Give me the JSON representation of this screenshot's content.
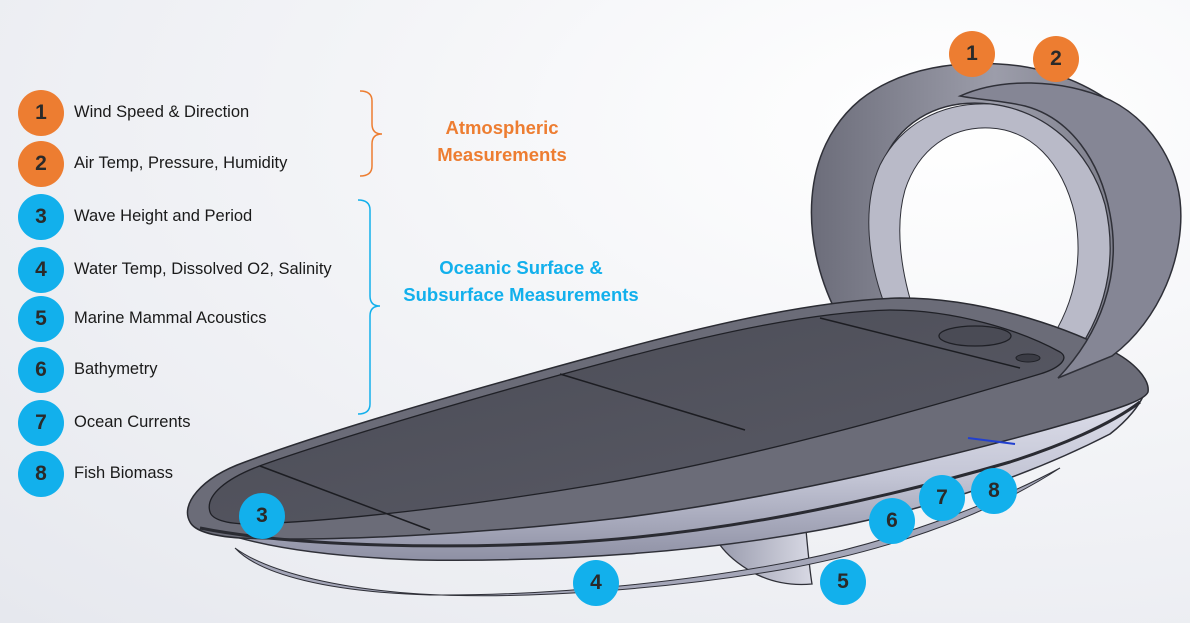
{
  "legend": {
    "items": [
      {
        "num": "1",
        "label": "Wind Speed & Direction",
        "group": "atmospheric"
      },
      {
        "num": "2",
        "label": "Air Temp, Pressure, Humidity",
        "group": "atmospheric"
      },
      {
        "num": "3",
        "label": "Wave Height and Period",
        "group": "oceanic"
      },
      {
        "num": "4",
        "label": "Water Temp, Dissolved O2, Salinity",
        "group": "oceanic"
      },
      {
        "num": "5",
        "label": "Marine Mammal Acoustics",
        "group": "oceanic"
      },
      {
        "num": "6",
        "label": "Bathymetry",
        "group": "oceanic"
      },
      {
        "num": "7",
        "label": "Ocean Currents",
        "group": "oceanic"
      },
      {
        "num": "8",
        "label": "Fish Biomass",
        "group": "oceanic"
      }
    ]
  },
  "groups": {
    "atmospheric": {
      "line1": "Atmospheric",
      "line2": "Measurements",
      "color": "#ed7d31"
    },
    "oceanic": {
      "line1": "Oceanic Surface &",
      "line2": "Subsurface Measurements",
      "color": "#12b0ec"
    }
  },
  "callouts": [
    "1",
    "2",
    "3",
    "4",
    "5",
    "6",
    "7",
    "8"
  ]
}
